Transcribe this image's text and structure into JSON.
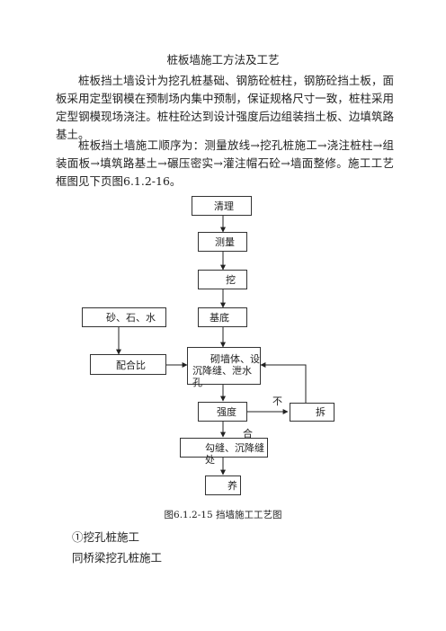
{
  "doc": {
    "title": "桩板墙施工方法及工艺",
    "para1": "桩板挡土墙设计为挖孔桩基础、钢筋砼桩柱，钢筋砼挡土板，面板采用定型钢模在预制场内集中预制，保证规格尺寸一致，桩柱采用定型钢模现场浇注。桩柱砼达到设计强度后边组装挡土板、边填筑路基土。",
    "para2": "桩板挡土墙施工顺序为：测量放线→挖孔桩施工→浇注桩柱→组装面板→填筑路基土→碾压密实→灌注帽石砼→墙面整修。施工工艺框图见下页图6.1.2-16。",
    "caption": "图6.1.2-15  挡墙施工工艺图",
    "section_heading": "①挖孔桩施工",
    "section_text": "同桥梁挖孔桩施工"
  },
  "flowchart": {
    "step_clean": "清理",
    "step_survey": "测量",
    "step_dig": "挖",
    "step_base": "基底",
    "step_materials": "砂、石、水",
    "step_mix": "配合比",
    "step_build_1": "砌墙体、设",
    "step_build_2": "沉降缝、泄水孔",
    "step_strength": "强度",
    "step_demolish": "拆",
    "label_fail": "不",
    "label_pass": "合",
    "step_joint": "勾缝、沉降缝处",
    "step_cure": "养"
  }
}
